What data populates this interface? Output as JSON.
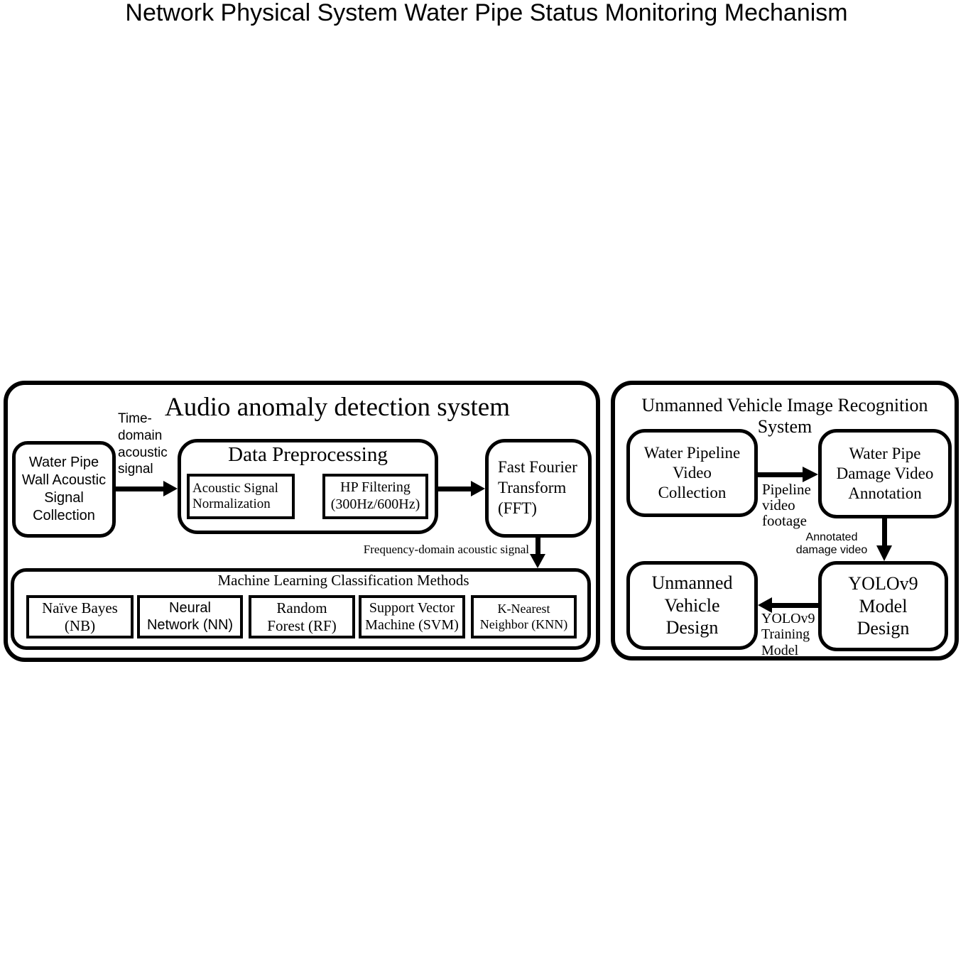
{
  "title": "Network Physical System Water Pipe Status Monitoring Mechanism",
  "colors": {
    "ink": "#000000",
    "background": "#ffffff"
  },
  "left_panel": {
    "title": "Audio anomaly detection system",
    "signal_collection": "Water Pipe Wall Acoustic Signal Collection",
    "time_domain_label": "Time-domain acoustic signal",
    "preprocessing": {
      "title": "Data Preprocessing",
      "normalization": "Acoustic Signal Normalization",
      "hp_filtering": "HP Filtering (300Hz/600Hz)"
    },
    "fft": "Fast Fourier Transform (FFT)",
    "freq_domain_label": "Frequency-domain acoustic signal",
    "ml": {
      "title": "Machine Learning Classification Methods",
      "methods": [
        "Naïve Bayes (NB)",
        "Neural Network (NN)",
        "Random Forest (RF)",
        "Support Vector Machine (SVM)",
        "K-Nearest Neighbor (KNN)"
      ]
    }
  },
  "right_panel": {
    "title": "Unmanned Vehicle Image Recognition System",
    "video_collection": "Water Pipeline Video Collection",
    "pipeline_footage_label": "Pipeline video footage",
    "damage_annotation": "Water Pipe Damage Video Annotation",
    "annotated_label": "Annotated damage video",
    "yolo_model": "YOLOv9 Model Design",
    "training_label": "YOLOv9 Training Model",
    "vehicle_design": "Unmanned Vehicle Design"
  }
}
